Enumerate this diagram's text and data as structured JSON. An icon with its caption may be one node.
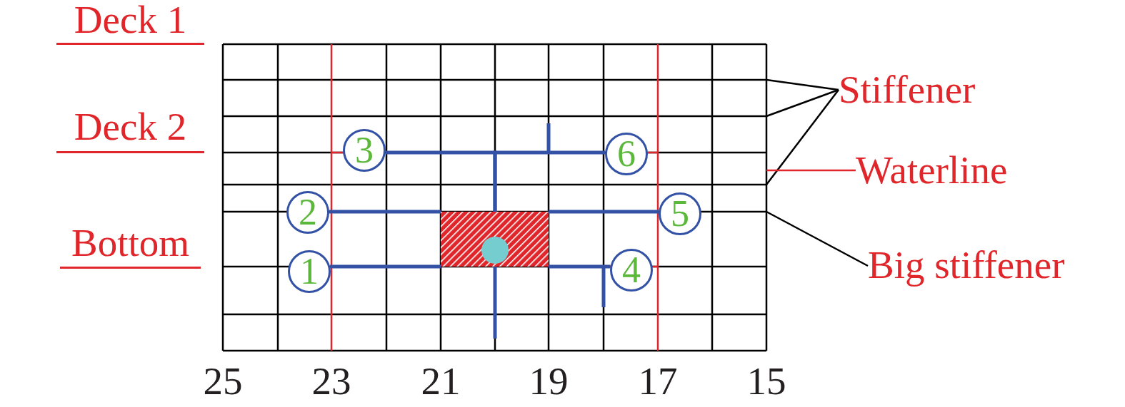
{
  "diagram": {
    "nodes": [
      {
        "text": [
          "Stiffener"
        ]
      },
      {
        "text": [
          "3"
        ]
      },
      {
        "text": [
          "6"
        ]
      },
      {
        "text": [
          "Waterline"
        ]
      },
      {
        "text": [
          "2"
        ]
      },
      {
        "text": [
          "5"
        ]
      },
      {
        "text": [],
        "shape": "box"
      },
      {
        "text": [],
        "shape": "circle",
        "in": 6
      },
      {
        "text": [
          "1"
        ]
      },
      {
        "text": [
          "4"
        ]
      },
      {
        "text": [
          "Big stiffener"
        ]
      }
    ],
    "edges": [
      {
        "from": 0,
        "to": null,
        "arrow": "none",
        "color": "#000000"
      },
      {
        "from": 0,
        "to": null,
        "arrow": "none",
        "color": "#000000"
      },
      {
        "from": 0,
        "to": null,
        "arrow": "none",
        "color": "#000000"
      },
      {
        "from": 3,
        "to": null,
        "arrow": "none",
        "color": "#e0262a"
      },
      {
        "from": 10,
        "to": null,
        "arrow": "none",
        "color": "#000000"
      },
      {
        "from": 8,
        "to": 6,
        "arrow": "none"
      },
      {
        "from": 4,
        "to": 6,
        "arrow": "none"
      },
      {
        "from": 1,
        "to": 6,
        "arrow": "none"
      },
      {
        "from": 2,
        "to": 6,
        "arrow": "none"
      },
      {
        "from": 5,
        "to": 6,
        "arrow": "none"
      },
      {
        "from": 9,
        "to": 6,
        "arrow": "none"
      },
      {
        "from": 6,
        "to": null,
        "arrow": "none"
      }
    ],
    "labels": [
      "Deck 1",
      "Deck 2",
      "Bottom",
      "25",
      "23",
      "21",
      "19",
      "17",
      "15"
    ]
  }
}
